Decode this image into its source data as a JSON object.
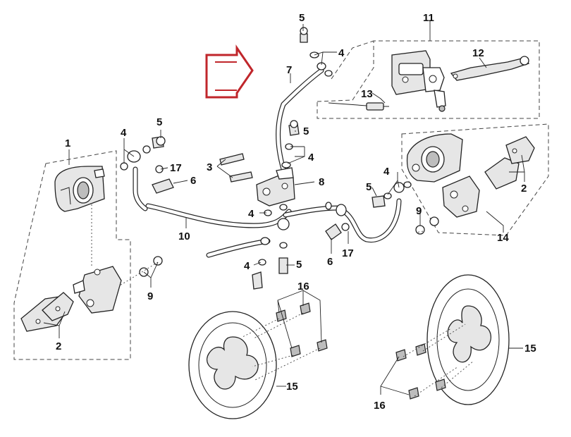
{
  "diagram": {
    "callouts": {
      "c1": "1",
      "c2a": "2",
      "c2b": "2",
      "c3": "3",
      "c4a": "4",
      "c4b": "4",
      "c4c": "4",
      "c4d": "4",
      "c4e": "4",
      "c4f": "4",
      "c5a": "5",
      "c5b": "5",
      "c5c": "5",
      "c5d": "5",
      "c5e": "5",
      "c6a": "6",
      "c6b": "6",
      "c7": "7",
      "c8": "8",
      "c9a": "9",
      "c9b": "9",
      "c10": "10",
      "c11": "11",
      "c12": "12",
      "c13": "13",
      "c14": "14",
      "c15a": "15",
      "c15b": "15",
      "c16a": "16",
      "c16b": "16",
      "c17a": "17",
      "c17b": "17"
    },
    "arrow_color": "#c0262b",
    "line_color": "#222222"
  }
}
